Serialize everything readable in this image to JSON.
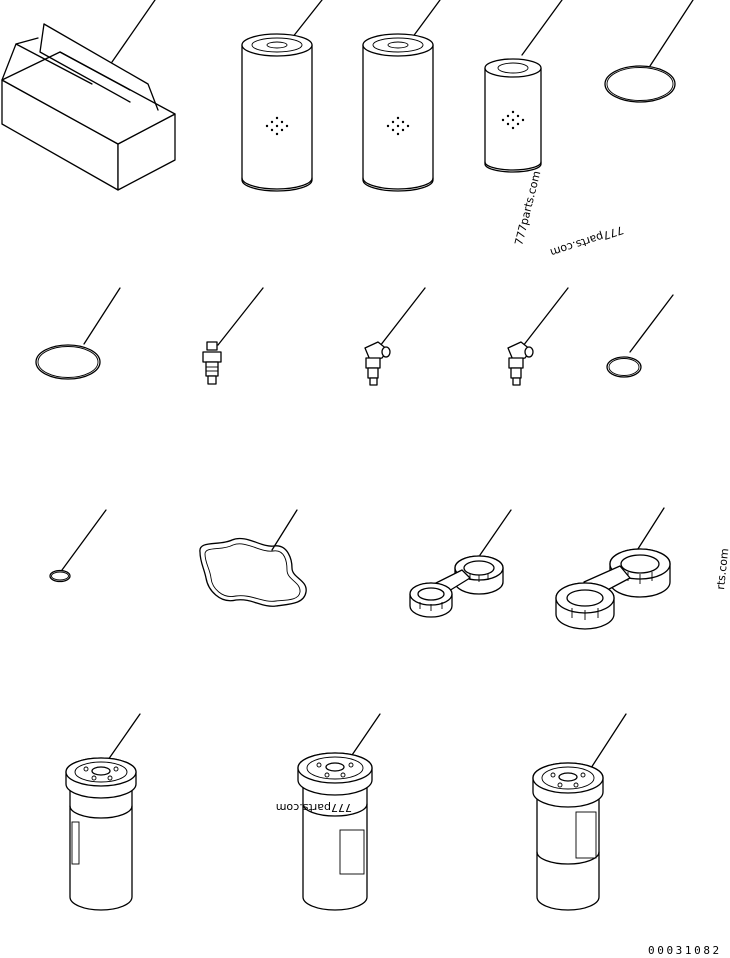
{
  "drawing": {
    "number": "00031082",
    "watermarks": [
      "777parts.com",
      "777parts.com",
      "777parts.com",
      "rts.com"
    ]
  },
  "parts": [
    {
      "name": "carton box"
    },
    {
      "name": "filter element"
    },
    {
      "name": "filter element"
    },
    {
      "name": "filter element small"
    },
    {
      "name": "o-ring"
    },
    {
      "name": "o-ring"
    },
    {
      "name": "grease fitting straight"
    },
    {
      "name": "grease fitting angled"
    },
    {
      "name": "grease fitting angled"
    },
    {
      "name": "o-ring small"
    },
    {
      "name": "o-ring small"
    },
    {
      "name": "gasket"
    },
    {
      "name": "filter wrench small"
    },
    {
      "name": "filter wrench large"
    },
    {
      "name": "spin-on filter cartridge"
    },
    {
      "name": "spin-on filter cartridge"
    },
    {
      "name": "spin-on filter cartridge"
    }
  ]
}
